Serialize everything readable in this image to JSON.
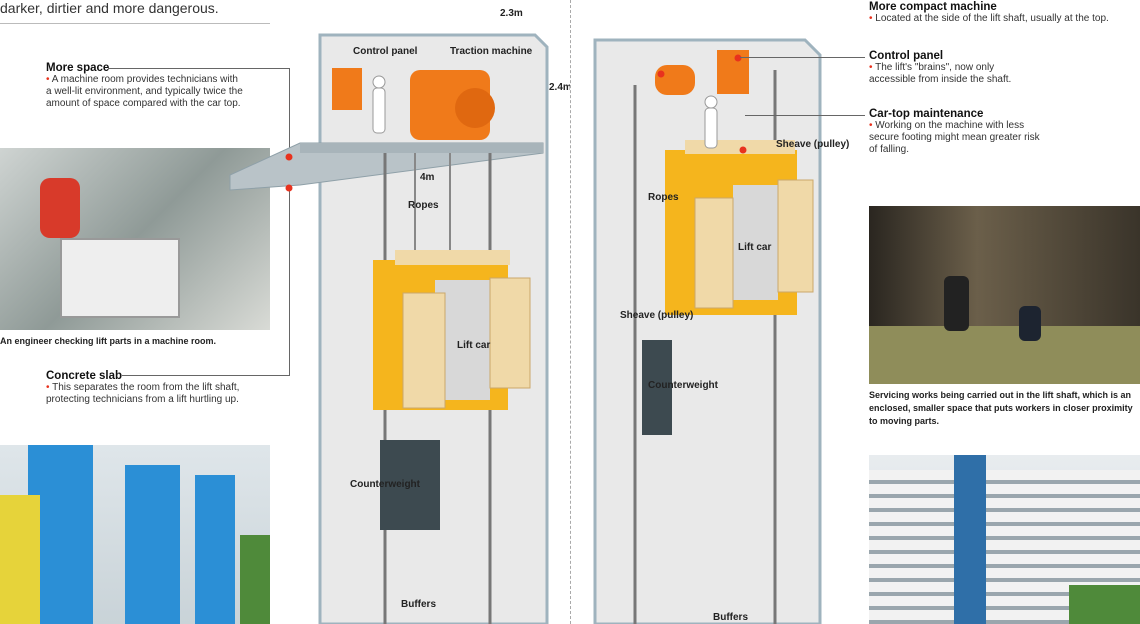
{
  "intro_tail": "darker, dirtier and more dangerous.",
  "left": {
    "more_space": {
      "title": "More space",
      "body": "A machine room provides technicians with a well-lit environment, and typically twice the amount of space compared with the car top."
    },
    "photo1_caption": "An engineer checking lift parts in a machine room.",
    "concrete_slab": {
      "title": "Concrete slab",
      "body": "This separates the room from the lift shaft, protecting technicians from a lift hurtling up."
    }
  },
  "diagram_left": {
    "control_panel": "Control panel",
    "traction_machine": "Traction machine",
    "dim_width": "2.3m",
    "dim_height": "2.4m",
    "dim_depth": "4m",
    "ropes": "Ropes",
    "lift_car": "Lift car",
    "counterweight": "Counterweight",
    "buffers": "Buffers"
  },
  "diagram_right": {
    "ropes": "Ropes",
    "sheave_top": "Sheave (pulley)",
    "lift_car": "Lift car",
    "sheave": "Sheave (pulley)",
    "counterweight": "Counterweight",
    "buffers": "Buffers"
  },
  "right": {
    "compact": {
      "title": "More compact machine",
      "body": "Located at the side of the lift shaft, usually at the top."
    },
    "control_panel": {
      "title": "Control panel",
      "body": "The lift's \"brains\", now only accessible from inside the shaft."
    },
    "car_top": {
      "title": "Car-top maintenance",
      "body": "Working on the machine with less secure footing might mean greater risk of falling."
    },
    "photo_caption": "Servicing works being carried out in the lift shaft, which is an enclosed, smaller space that puts workers in closer proximity to moving parts."
  },
  "colors": {
    "accent": "#e8321e",
    "orange": "#f07a1a",
    "yellow": "#f5b51d",
    "beige": "#f0d9a8",
    "shaft": "#e9e9e9",
    "slab": "#b9c3c8"
  }
}
